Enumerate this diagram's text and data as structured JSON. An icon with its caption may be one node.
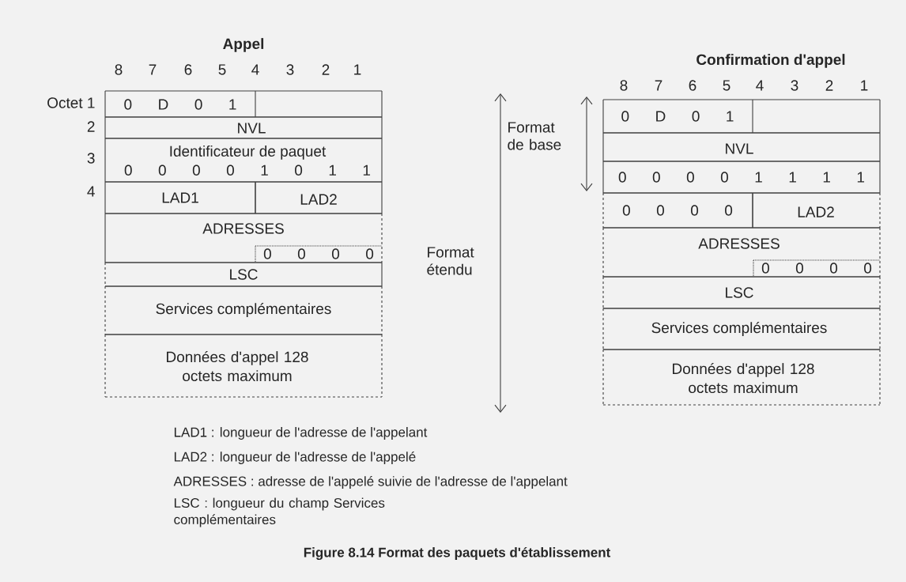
{
  "diagram": {
    "caption": "Figure 8.14 Format des paquets d'établissement",
    "nodes": [
      {
        "text": [
          "0 D 0 1"
        ]
      },
      {
        "text": [],
        "shape": "box"
      },
      {
        "text": [
          "NVL"
        ]
      },
      {
        "text": [
          "Identificateur de paquet",
          "0 0 0 0 1 0 1 1"
        ]
      },
      {
        "text": [
          "LAD1"
        ]
      },
      {
        "text": [
          "LAD2"
        ]
      },
      {
        "text": [
          "ADRESSES"
        ]
      },
      {
        "text": [
          "0 0 0 0"
        ],
        "in": 6
      },
      {
        "text": [
          "LSC"
        ]
      },
      {
        "text": [
          "Services complémentaires"
        ]
      },
      {
        "text": [
          "Données d'appel 128 octets maximum"
        ]
      },
      {
        "text": [
          "0 D 0 1"
        ]
      },
      {
        "text": [],
        "shape": "box"
      },
      {
        "text": [
          "NVL"
        ]
      },
      {
        "text": [
          "0 0 0 0 1 1 1 1"
        ]
      },
      {
        "text": [
          "0 0 0 0"
        ]
      },
      {
        "text": [
          "LAD2"
        ]
      },
      {
        "text": [
          "ADRESSES"
        ]
      },
      {
        "text": [
          "0 0 0 0"
        ],
        "in": 17
      },
      {
        "text": [
          "LSC"
        ]
      },
      {
        "text": [
          "Services complémentaires"
        ]
      },
      {
        "text": [
          "Données d'appel 128 octets maximum"
        ]
      }
    ],
    "labels": [
      "Appel",
      "8",
      "7",
      "6",
      "5",
      "4",
      "3",
      "2",
      "1",
      "Octet 1",
      "2",
      "3",
      "4",
      "Confirmation d'appel",
      "8",
      "7",
      "6",
      "5",
      "4",
      "3",
      "2",
      "1",
      "Format de base",
      "Format étendu",
      "LAD1 : longueur de l'adresse de l'appelant",
      "LAD2 : longueur de l'adresse de l'appelé",
      "ADRESSES : adresse de l'appelé suivie de l'adresse de l'appelant",
      "LSC : longueur du champ Services complémentaires"
    ]
  }
}
